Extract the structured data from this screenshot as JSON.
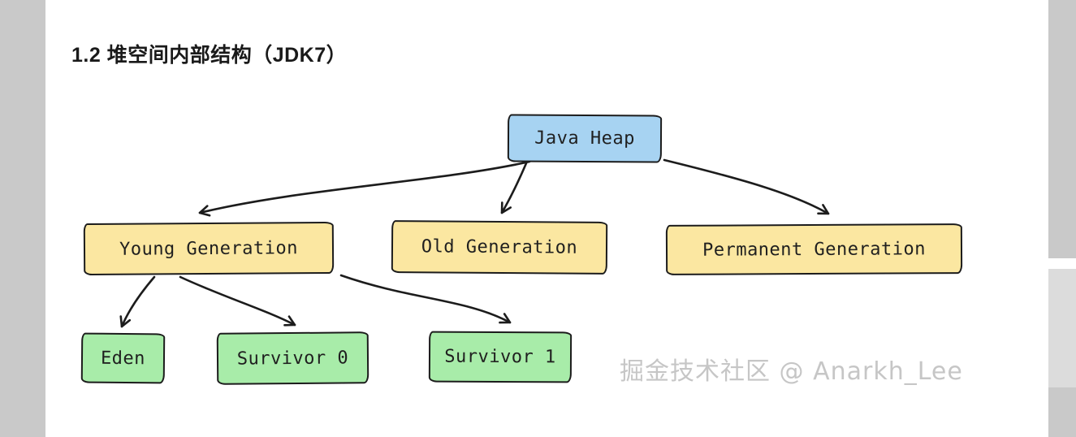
{
  "page": {
    "heading": "1.2 堆空间内部结构（JDK7）",
    "watermark": "掘金技术社区 @ Anarkh_Lee",
    "background_color": "#ffffff",
    "gutter_color": "#c9c9c9"
  },
  "diagram": {
    "type": "flowchart",
    "stroke_color": "#1c1c1c",
    "nodes": [
      {
        "id": "java-heap",
        "label": "Java Heap",
        "fill": "#a7d3f2"
      },
      {
        "id": "young-generation",
        "label": "Young Generation",
        "fill": "#fbe7a1"
      },
      {
        "id": "old-generation",
        "label": "Old Generation",
        "fill": "#fbe7a1"
      },
      {
        "id": "permanent-generation",
        "label": "Permanent Generation",
        "fill": "#fbe7a1"
      },
      {
        "id": "eden",
        "label": "Eden",
        "fill": "#a8eca9"
      },
      {
        "id": "survivor-0",
        "label": "Survivor 0",
        "fill": "#a8eca9"
      },
      {
        "id": "survivor-1",
        "label": "Survivor 1",
        "fill": "#a8eca9"
      }
    ],
    "edges": [
      {
        "from": "java-heap",
        "to": "young-generation"
      },
      {
        "from": "java-heap",
        "to": "old-generation"
      },
      {
        "from": "java-heap",
        "to": "permanent-generation"
      },
      {
        "from": "young-generation",
        "to": "eden"
      },
      {
        "from": "young-generation",
        "to": "survivor-0"
      },
      {
        "from": "young-generation",
        "to": "survivor-1"
      }
    ]
  }
}
